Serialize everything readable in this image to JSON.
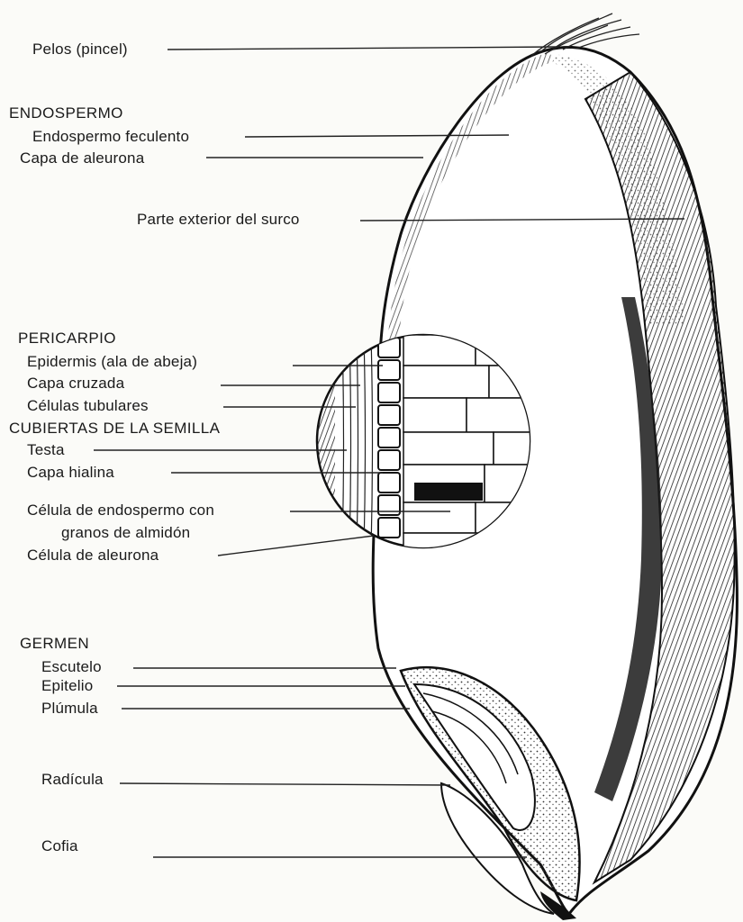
{
  "labels": {
    "pelos": "Pelos (pincel)",
    "endospermo": "ENDOSPERMO",
    "endospermo_feculento": "Endospermo feculento",
    "capa_aleurona": "Capa de aleurona",
    "parte_exterior_surco": "Parte exterior del surco",
    "pericarpio": "PERICARPIO",
    "epidermis": "Epidermis (ala de abeja)",
    "capa_cruzada": "Capa cruzada",
    "celulas_tubulares": "Células tubulares",
    "cubiertas_semilla": "CUBIERTAS DE LA SEMILLA",
    "testa": "Testa",
    "capa_hialina": "Capa hialina",
    "celula_endospermo_1": "Célula de endospermo con",
    "celula_endospermo_2": "granos de almidón",
    "celula_aleurona": "Célula de aleurona",
    "germen": "GERMEN",
    "escutelo": "Escutelo",
    "epitelio": "Epitelio",
    "plumula": "Plúmula",
    "radicula": "Radícula",
    "cofia": "Cofia"
  },
  "colors": {
    "ink": "#1a1a1a",
    "background": "#fbfbf8"
  }
}
